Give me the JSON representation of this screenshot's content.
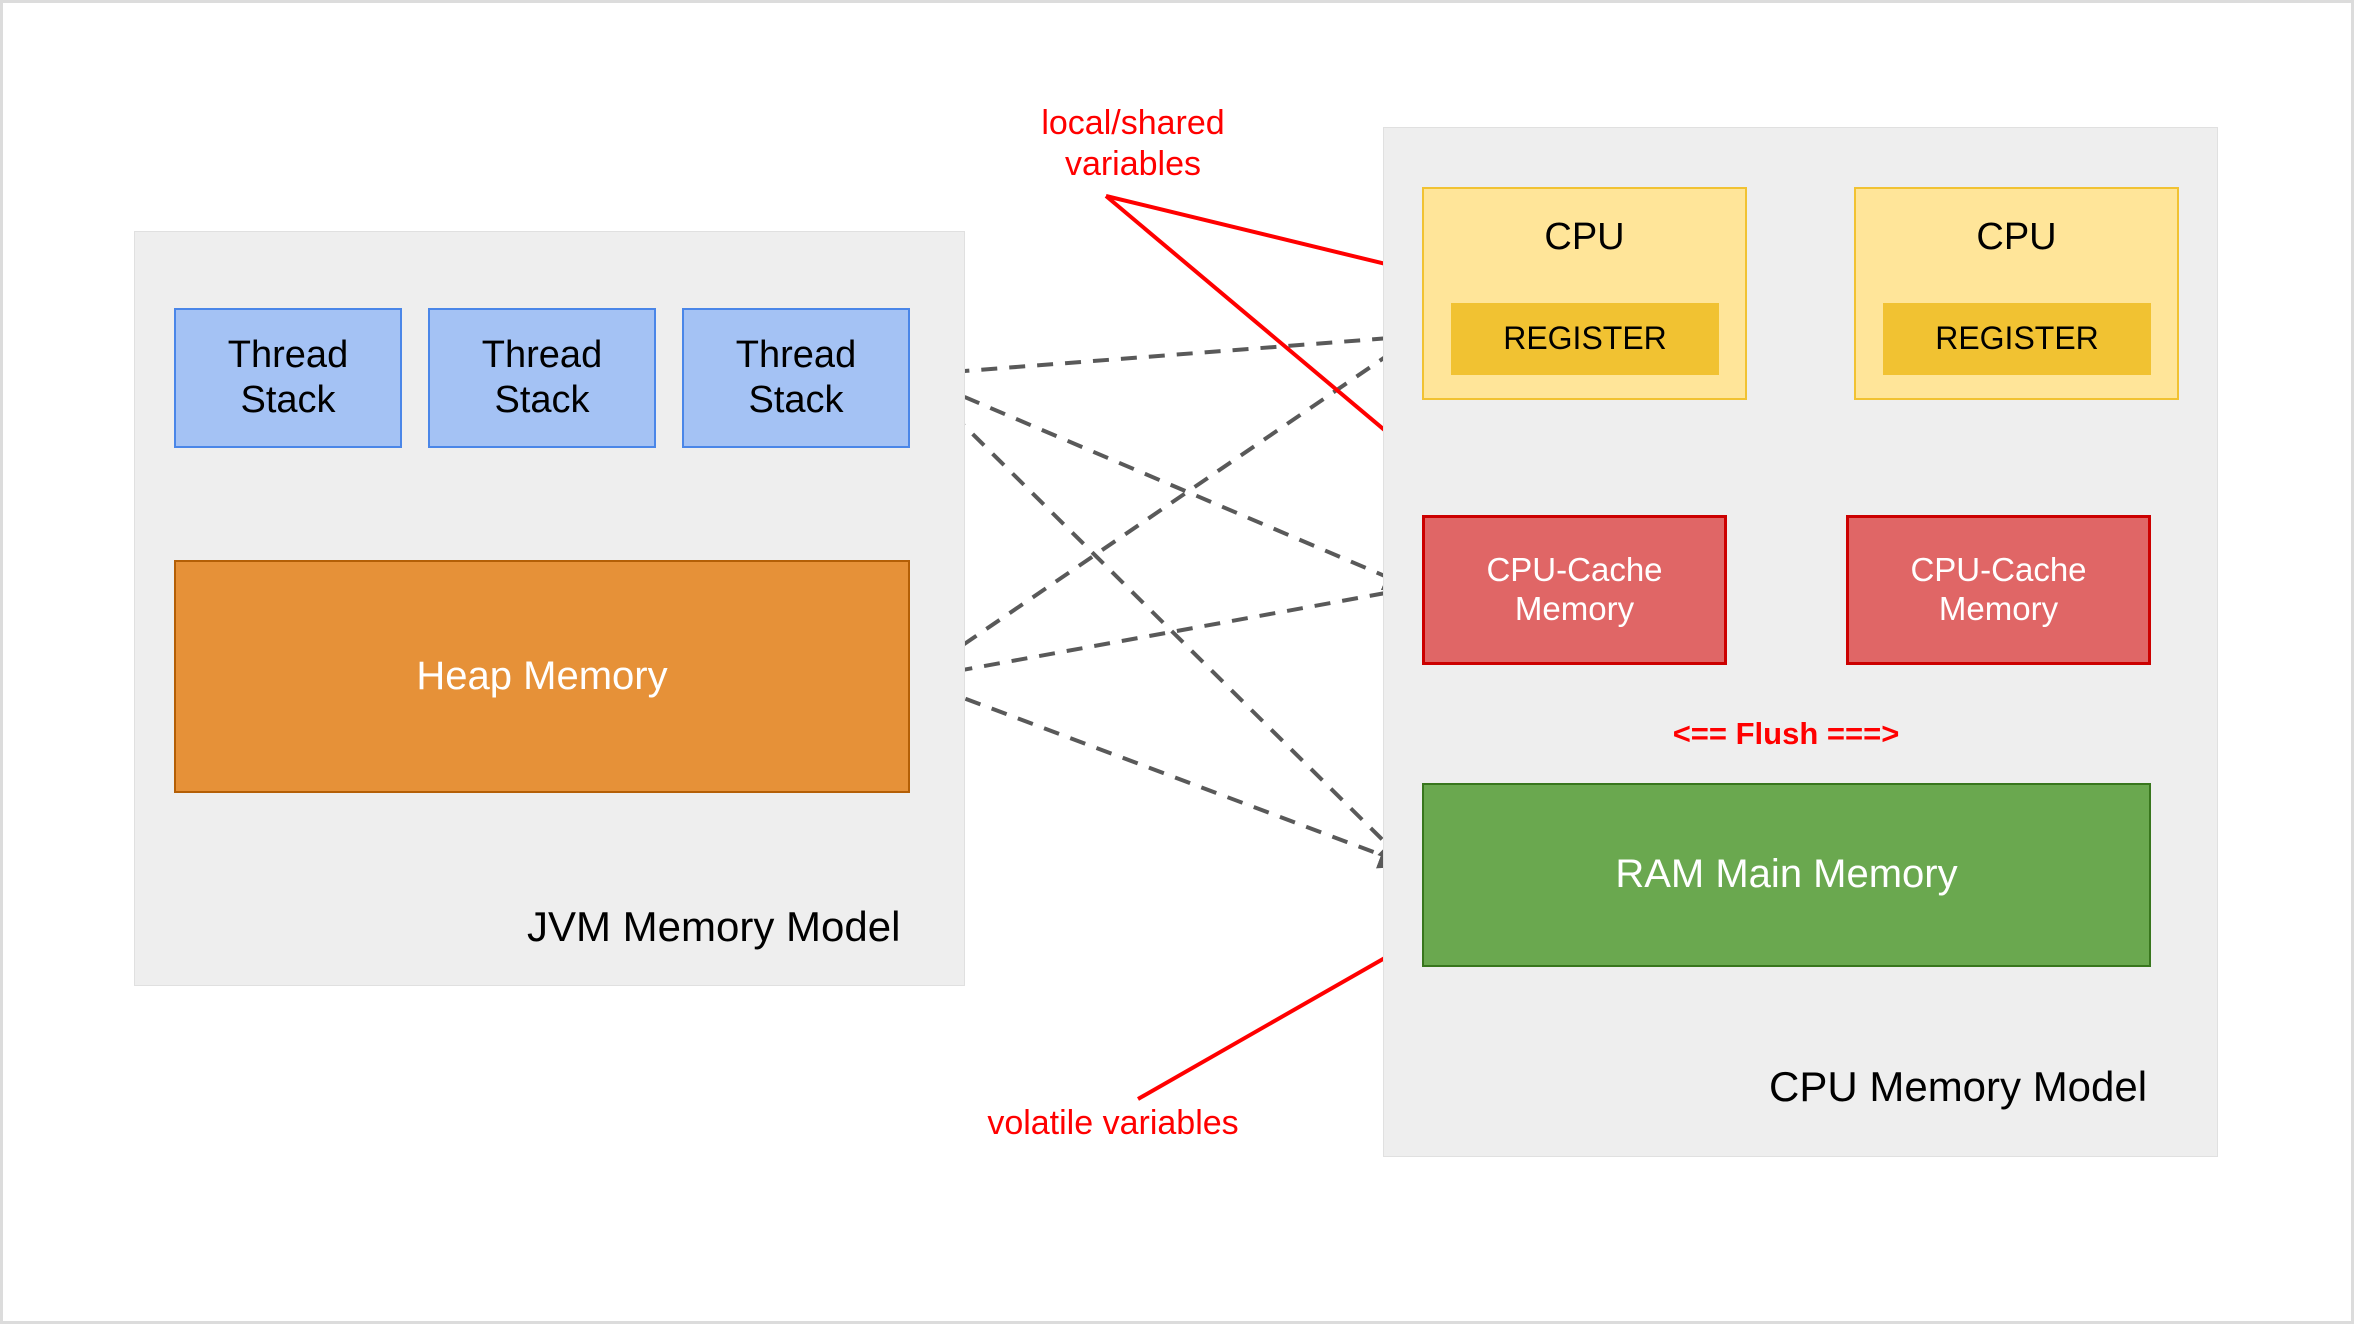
{
  "diagram": {
    "title_left": "JVM Memory Model",
    "title_right": "CPU Memory Model",
    "colors": {
      "thread_stack_fill": "#a4c2f4",
      "thread_stack_border": "#4a86e8",
      "heap_fill": "#e69138",
      "heap_border": "#b45f06",
      "cpu_fill": "#ffe599",
      "cpu_border": "#f1c232",
      "register_fill": "#f1c232",
      "cache_fill": "#e06666",
      "cache_border": "#cc0000",
      "ram_fill": "#6aa84f",
      "ram_border": "#38761d",
      "panel_fill": "#eeeeee",
      "annotation_red": "#ff0000",
      "connector_gray": "#595959",
      "canvas_bg": "#ffffff"
    }
  },
  "jvm_panel": {
    "label": "JVM Memory Model",
    "thread_stacks": [
      {
        "label": "Thread\nStack"
      },
      {
        "label": "Thread\nStack"
      },
      {
        "label": "Thread\nStack"
      }
    ],
    "heap": {
      "label": "Heap Memory"
    }
  },
  "cpu_panel": {
    "label": "CPU Memory Model",
    "cpus": [
      {
        "label": "CPU",
        "register": {
          "label": "REGISTER"
        },
        "cache": {
          "label": "CPU-Cache\nMemory"
        }
      },
      {
        "label": "CPU",
        "register": {
          "label": "REGISTER"
        },
        "cache": {
          "label": "CPU-Cache\nMemory"
        }
      }
    ],
    "ram": {
      "label": "RAM Main Memory"
    },
    "flush": {
      "label": "<== Flush ===>"
    }
  },
  "annotations": [
    {
      "label": "local/shared\nvariables",
      "color": "#ff0000"
    },
    {
      "label": "volatile variables",
      "color": "#ff0000"
    }
  ]
}
